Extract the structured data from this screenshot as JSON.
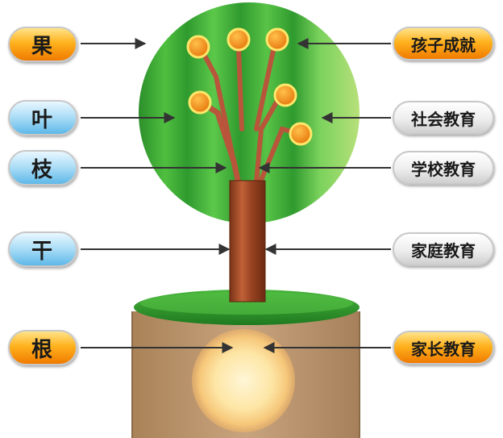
{
  "left_labels": [
    {
      "text": "果",
      "color": "orange"
    },
    {
      "text": "叶",
      "color": "blue"
    },
    {
      "text": "枝",
      "color": "blue"
    },
    {
      "text": "干",
      "color": "blue"
    },
    {
      "text": "根",
      "color": "orange"
    }
  ],
  "right_labels": [
    {
      "text": "孩子成就",
      "color": "orange"
    },
    {
      "text": "社会教育",
      "color": "grey"
    },
    {
      "text": "学校教育",
      "color": "grey"
    },
    {
      "text": "家庭教育",
      "color": "grey"
    },
    {
      "text": "家长教育",
      "color": "orange"
    }
  ],
  "colors": {
    "canopy": "#3aa832",
    "trunk": "#a24a24",
    "soil": "#c09a74",
    "grass": "#2e9b2c",
    "fruit": "#f39a1c",
    "root_glow": "#fde2a8"
  }
}
